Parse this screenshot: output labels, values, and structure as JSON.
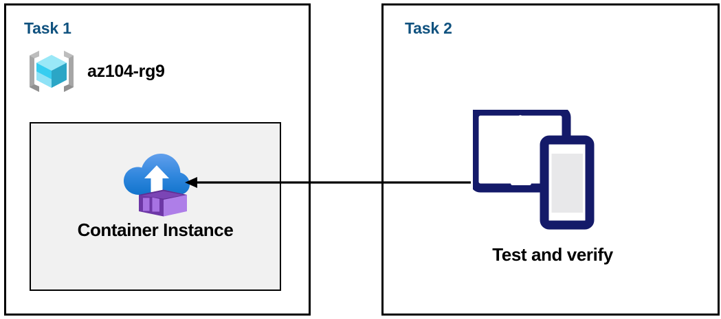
{
  "diagram": {
    "title": "Azure Container Instance task flow",
    "background": "#ffffff"
  },
  "colors": {
    "panel_border": "#000000",
    "task_title": "#10527f",
    "box_fill": "#f1f1f1",
    "box_border": "#000000",
    "arrow": "#000000",
    "device_navy": "#141a69",
    "device_screen": "#e8e8ea",
    "cloud_top": "#5b9bea",
    "cloud_bottom": "#1579d0",
    "container_light": "#ae7ee8",
    "container_dark": "#5e2d91",
    "container_mid": "#9a63dd",
    "cube_top": "#9ae8f7",
    "cube_left": "#37cdf0",
    "cube_right": "#2ba6c6",
    "cube_bottom": "#b9effb",
    "bracket_gray": "#a6a6a6",
    "bracket_gray_dark": "#8c8c8c"
  },
  "panels": [
    {
      "id": "task1",
      "title": "Task 1",
      "resource_group": {
        "icon": "resource-group-icon",
        "label": "az104-rg9"
      },
      "box": {
        "icon": "container-instance-icon",
        "caption": "Container Instance"
      }
    },
    {
      "id": "task2",
      "title": "Task 2",
      "device": {
        "icon": "devices-tablet-phone-icon",
        "caption": "Test and verify"
      }
    }
  ],
  "connector": {
    "name": "flow-arrow",
    "direction": "right-to-left",
    "from": "Test and verify",
    "to": "Container Instance",
    "style": "solid",
    "color": "#000000"
  }
}
